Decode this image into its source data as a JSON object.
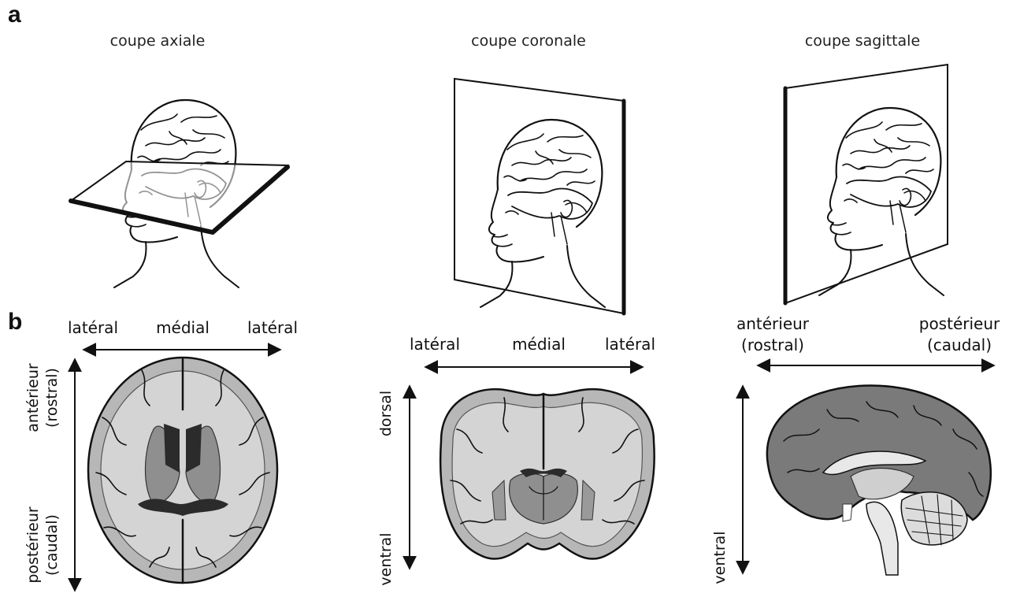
{
  "panels": {
    "a": "a",
    "b": "b"
  },
  "sections": {
    "axial": "coupe axiale",
    "coronal": "coupe coronale",
    "sagittal": "coupe sagittale"
  },
  "axial_orientation": {
    "left": "latéral",
    "center": "médial",
    "right": "latéral",
    "top": "antérieur",
    "top_sub": "(rostral)",
    "bottom": "postérieur",
    "bottom_sub": "(caudal)"
  },
  "coronal_orientation": {
    "left": "latéral",
    "center": "médial",
    "right": "latéral",
    "top": "dorsal",
    "bottom": "ventral"
  },
  "sagittal_orientation": {
    "left": "antérieur",
    "left_sub": "(rostral)",
    "right": "postérieur",
    "right_sub": "(caudal)",
    "bottom": "ventral"
  },
  "colors": {
    "ink": "#111111",
    "cortex_gray": "#b7b7b7",
    "white_matter": "#d4d4d4",
    "deep_gray": "#8f8f8f",
    "sagittal_surface": "#7a7a7a"
  }
}
